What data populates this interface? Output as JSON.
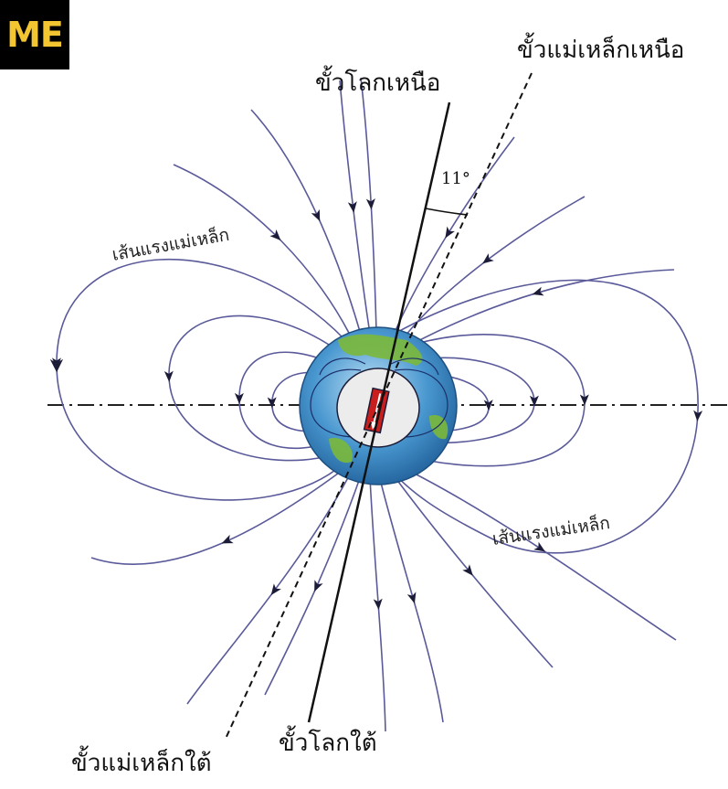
{
  "badge": {
    "text": "ME",
    "bg": "#000000",
    "fg": "#f2c531"
  },
  "labels": {
    "magnetic_north": "ขั้วแม่เหล็กเหนือ",
    "geographic_north": "ขั้วโลกเหนือ",
    "angle": "11°",
    "field_lines_left": "เส้นแรงแม่เหล็ก",
    "field_lines_right": "เส้นแรงแม่เหล็ก",
    "geographic_south": "ขั้วโลกใต้",
    "magnetic_south": "ขั้วแม่เหล็กใต้"
  },
  "colors": {
    "field_line": "#5a5a9a",
    "earth_water": "#3c86c4",
    "land": "#7bb83a",
    "magnet_red": "#c81e1e"
  }
}
